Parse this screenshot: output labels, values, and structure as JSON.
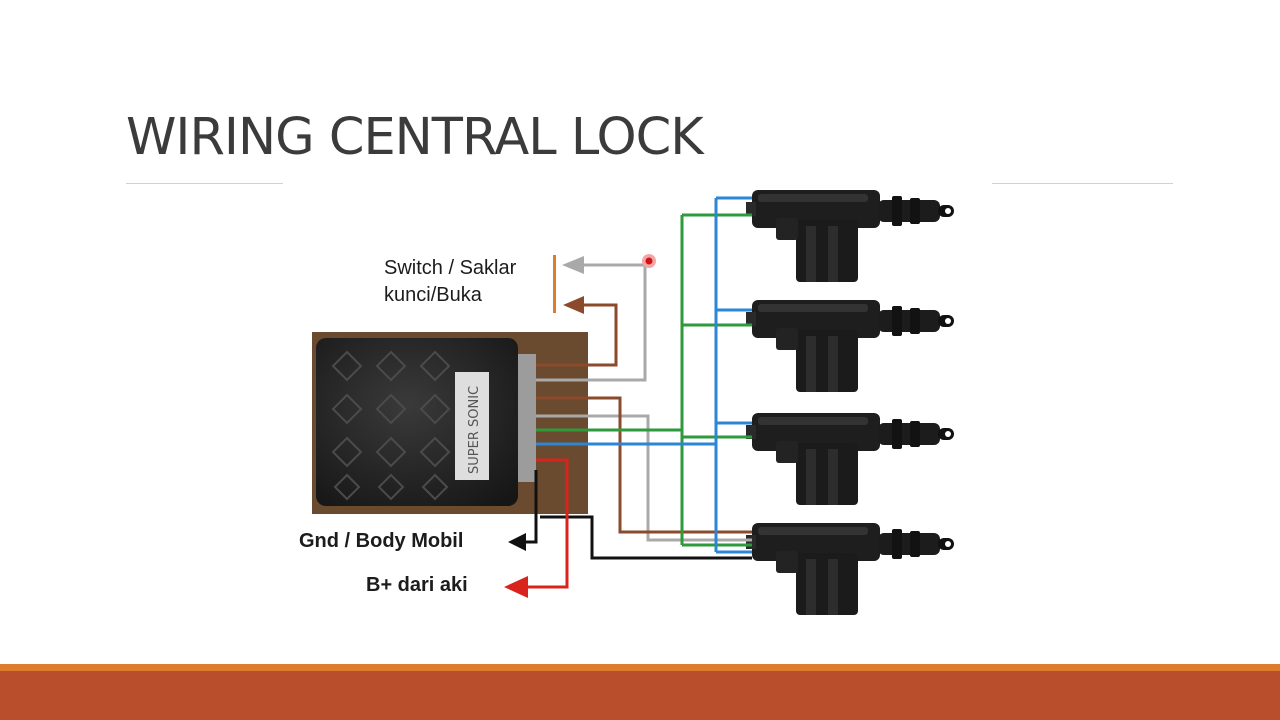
{
  "slide": {
    "title": "WIRING CENTRAL LOCK"
  },
  "diagram": {
    "labels": {
      "switch_line1": "Switch / Saklar",
      "switch_line2": "kunci/Buka",
      "ground": "Gnd / Body Mobil",
      "battery": "B+ dari aki"
    },
    "controller_brand": "SUPER SONIC",
    "actuator_count": 4,
    "wire_colors": {
      "gray": "#a9a9a9",
      "brown": "#8b4a2b",
      "green": "#2e9a3b",
      "blue": "#2b86d6",
      "black": "#111111",
      "red": "#d8241d"
    }
  },
  "theme": {
    "footer_accent": "#dd7d2b",
    "footer_bar": "#b84e2b"
  }
}
